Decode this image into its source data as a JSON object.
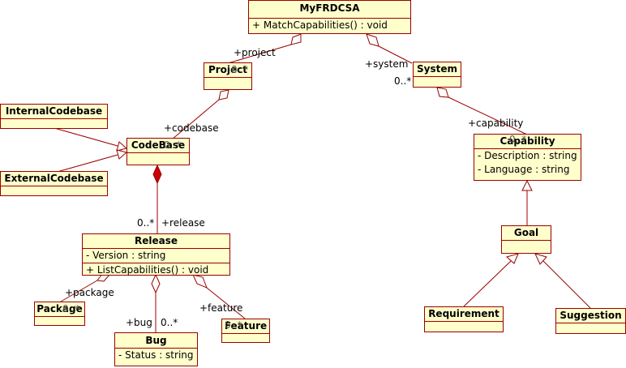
{
  "diagram": {
    "type": "uml-class-diagram"
  },
  "colors": {
    "fill": "#ffffcc",
    "stroke": "#990000",
    "text": "#000000"
  },
  "classes": {
    "myfrdcsa": {
      "name": "MyFRDCSA",
      "operations": [
        "+ MatchCapabilities() : void"
      ]
    },
    "project": {
      "name": "Project"
    },
    "system": {
      "name": "System"
    },
    "internal": {
      "name": "InternalCodebase"
    },
    "external": {
      "name": "ExternalCodebase"
    },
    "codebase": {
      "name": "CodeBase"
    },
    "capability": {
      "name": "Capability",
      "attributes": [
        "- Description : string",
        "- Language : string"
      ]
    },
    "release": {
      "name": "Release",
      "attributes": [
        "- Version : string"
      ],
      "operations": [
        "+ ListCapabilities() : void"
      ]
    },
    "goal": {
      "name": "Goal"
    },
    "package": {
      "name": "Package"
    },
    "bug": {
      "name": "Bug",
      "attributes": [
        "- Status : string"
      ]
    },
    "feature": {
      "name": "Feature"
    },
    "requirement": {
      "name": "Requirement"
    },
    "suggestion": {
      "name": "Suggestion"
    }
  },
  "labels": {
    "project_role": "+project",
    "project_mult": "0..*",
    "system_role": "+system",
    "system_mult": "0..*",
    "codebase_role": "+codebase",
    "codebase_mult": "0..*",
    "capability_role": "+capability",
    "capability_mult": "0..*",
    "release_mult": "0..*",
    "release_role": "+release",
    "package_role": "+package",
    "package_mult": "0..*",
    "bug_role": "+bug",
    "bug_mult": "0..*",
    "feature_role": "+feature",
    "feature_mult": "0..*"
  }
}
